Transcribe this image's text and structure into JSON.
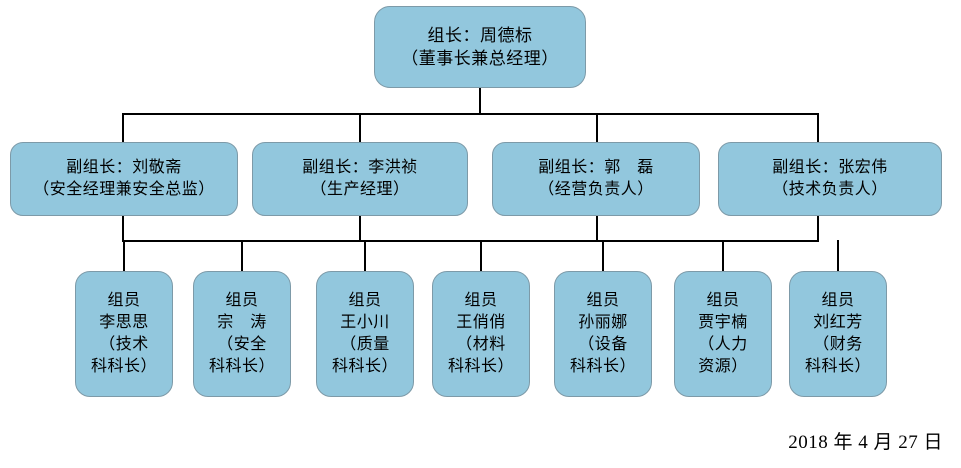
{
  "chart_title": "",
  "colors": {
    "node_fill": "#92c7dd",
    "node_border": "#7d9aa8",
    "connector": "#000000",
    "background": "#ffffff",
    "text": "#000000"
  },
  "root": {
    "line1": "组长：周德标",
    "line2": "（董事长兼总经理）"
  },
  "deputies": [
    {
      "line1": "副组长：刘敬斋",
      "line2": "（安全经理兼安全总监）"
    },
    {
      "line1": "副组长：李洪祯",
      "line2": "（生产经理）"
    },
    {
      "line1": "副组长：郭　磊",
      "line2": "（经营负责人）"
    },
    {
      "line1": "副组长：张宏伟",
      "line2": "（技术负责人）"
    }
  ],
  "members": [
    {
      "line1": "组员",
      "line2": "李思思",
      "line3": "（技术",
      "line4": "科科长）"
    },
    {
      "line1": "组员",
      "line2": "宗　涛",
      "line3": "（安全",
      "line4": "科科长）"
    },
    {
      "line1": "组员",
      "line2": "王小川",
      "line3": "（质量",
      "line4": "科科长）"
    },
    {
      "line1": "组员",
      "line2": "王俏俏",
      "line3": "（材料",
      "line4": "科科长）"
    },
    {
      "line1": "组员",
      "line2": "孙丽娜",
      "line3": "（设备",
      "line4": "科科长）"
    },
    {
      "line1": "组员",
      "line2": "贾宇楠",
      "line3": "（人力",
      "line4": "资源）"
    },
    {
      "line1": "组员",
      "line2": "刘红芳",
      "line3": "（财务",
      "line4": "科科长）"
    }
  ],
  "footer": {
    "date": "2018 年 4 月 27 日"
  }
}
